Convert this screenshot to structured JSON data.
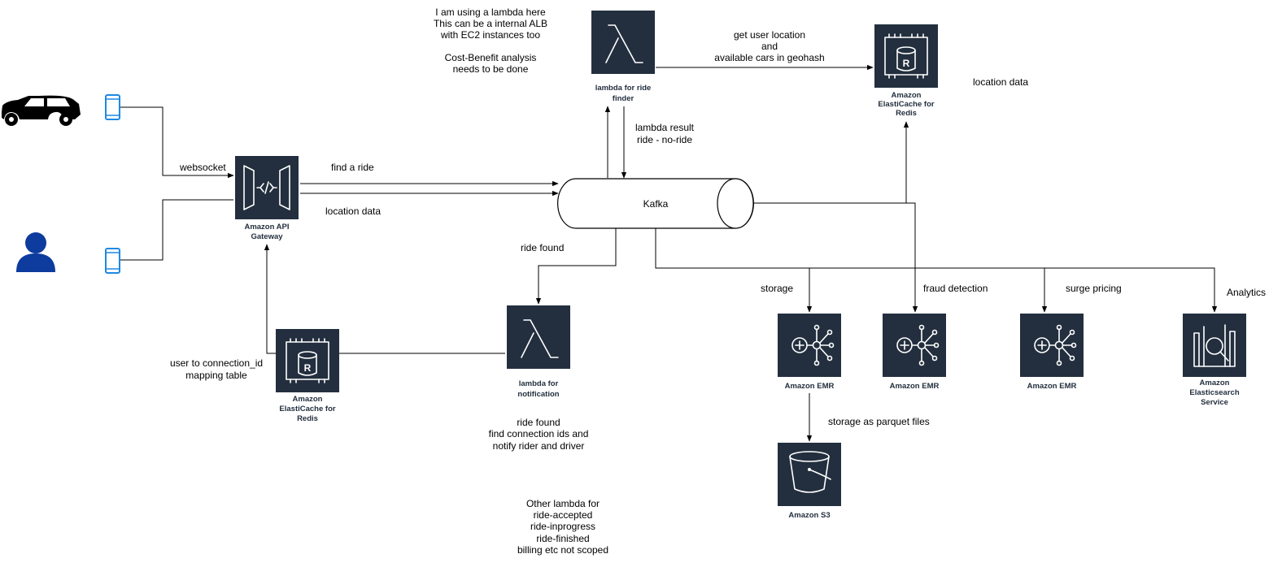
{
  "notes": {
    "lambda_note": [
      "I am using a lambda here",
      "This can be a internal ALB",
      "with EC2 instances too",
      "",
      "Cost-Benefit analysis",
      "needs to be done"
    ],
    "mapping_note": [
      "user to connection_id",
      "mapping table"
    ],
    "notification_note": [
      "ride found",
      "find connection ids and",
      "notify rider and driver"
    ],
    "other_lambda_note": [
      "Other lambda for",
      "ride-accepted",
      "ride-inprogress",
      "ride-finished",
      "billing etc not scoped"
    ]
  },
  "edge_labels": {
    "websocket": "websocket",
    "find_a_ride": "find a ride",
    "location_data_api": "location data",
    "geohash_query": [
      "get user location",
      "and",
      "available cars in geohash"
    ],
    "lambda_result": [
      "lambda result",
      "ride - no-ride"
    ],
    "ride_found": "ride found",
    "location_data_redis": "location data",
    "storage": "storage",
    "fraud_detection": "fraud detection",
    "surge_pricing": "surge pricing",
    "analytics": "Analytics",
    "storage_parquet": "storage as parquet files"
  },
  "nodes": {
    "kafka": "Kafka",
    "api_gateway": [
      "Amazon API",
      "Gateway"
    ],
    "lambda_ride_finder": [
      "lambda for ride",
      "finder"
    ],
    "lambda_notification": [
      "lambda for",
      "notification"
    ],
    "redis_location": [
      "Amazon",
      "ElastiCache for",
      "Redis"
    ],
    "redis_mapping": [
      "Amazon",
      "ElastiCache for",
      "Redis"
    ],
    "emr_storage": "Amazon EMR",
    "emr_fraud": "Amazon EMR",
    "emr_surge": "Amazon EMR",
    "elasticsearch": [
      "Amazon",
      "Elasticsearch",
      "Service"
    ],
    "s3": "Amazon S3"
  },
  "icons": {
    "car": "car-icon",
    "driver_phone": "mobile-phone-icon",
    "rider": "user-icon",
    "rider_phone": "mobile-phone-icon",
    "api_gateway": "api-gateway-icon",
    "lambda": "lambda-icon",
    "redis": "elasticache-redis-icon",
    "emr": "emr-icon",
    "elasticsearch": "elasticsearch-icon",
    "s3": "s3-bucket-icon"
  },
  "colors": {
    "aws_tile": "#232f3e",
    "phone": "#1e88e5",
    "user": "#0d3b9e",
    "car": "#000000"
  }
}
